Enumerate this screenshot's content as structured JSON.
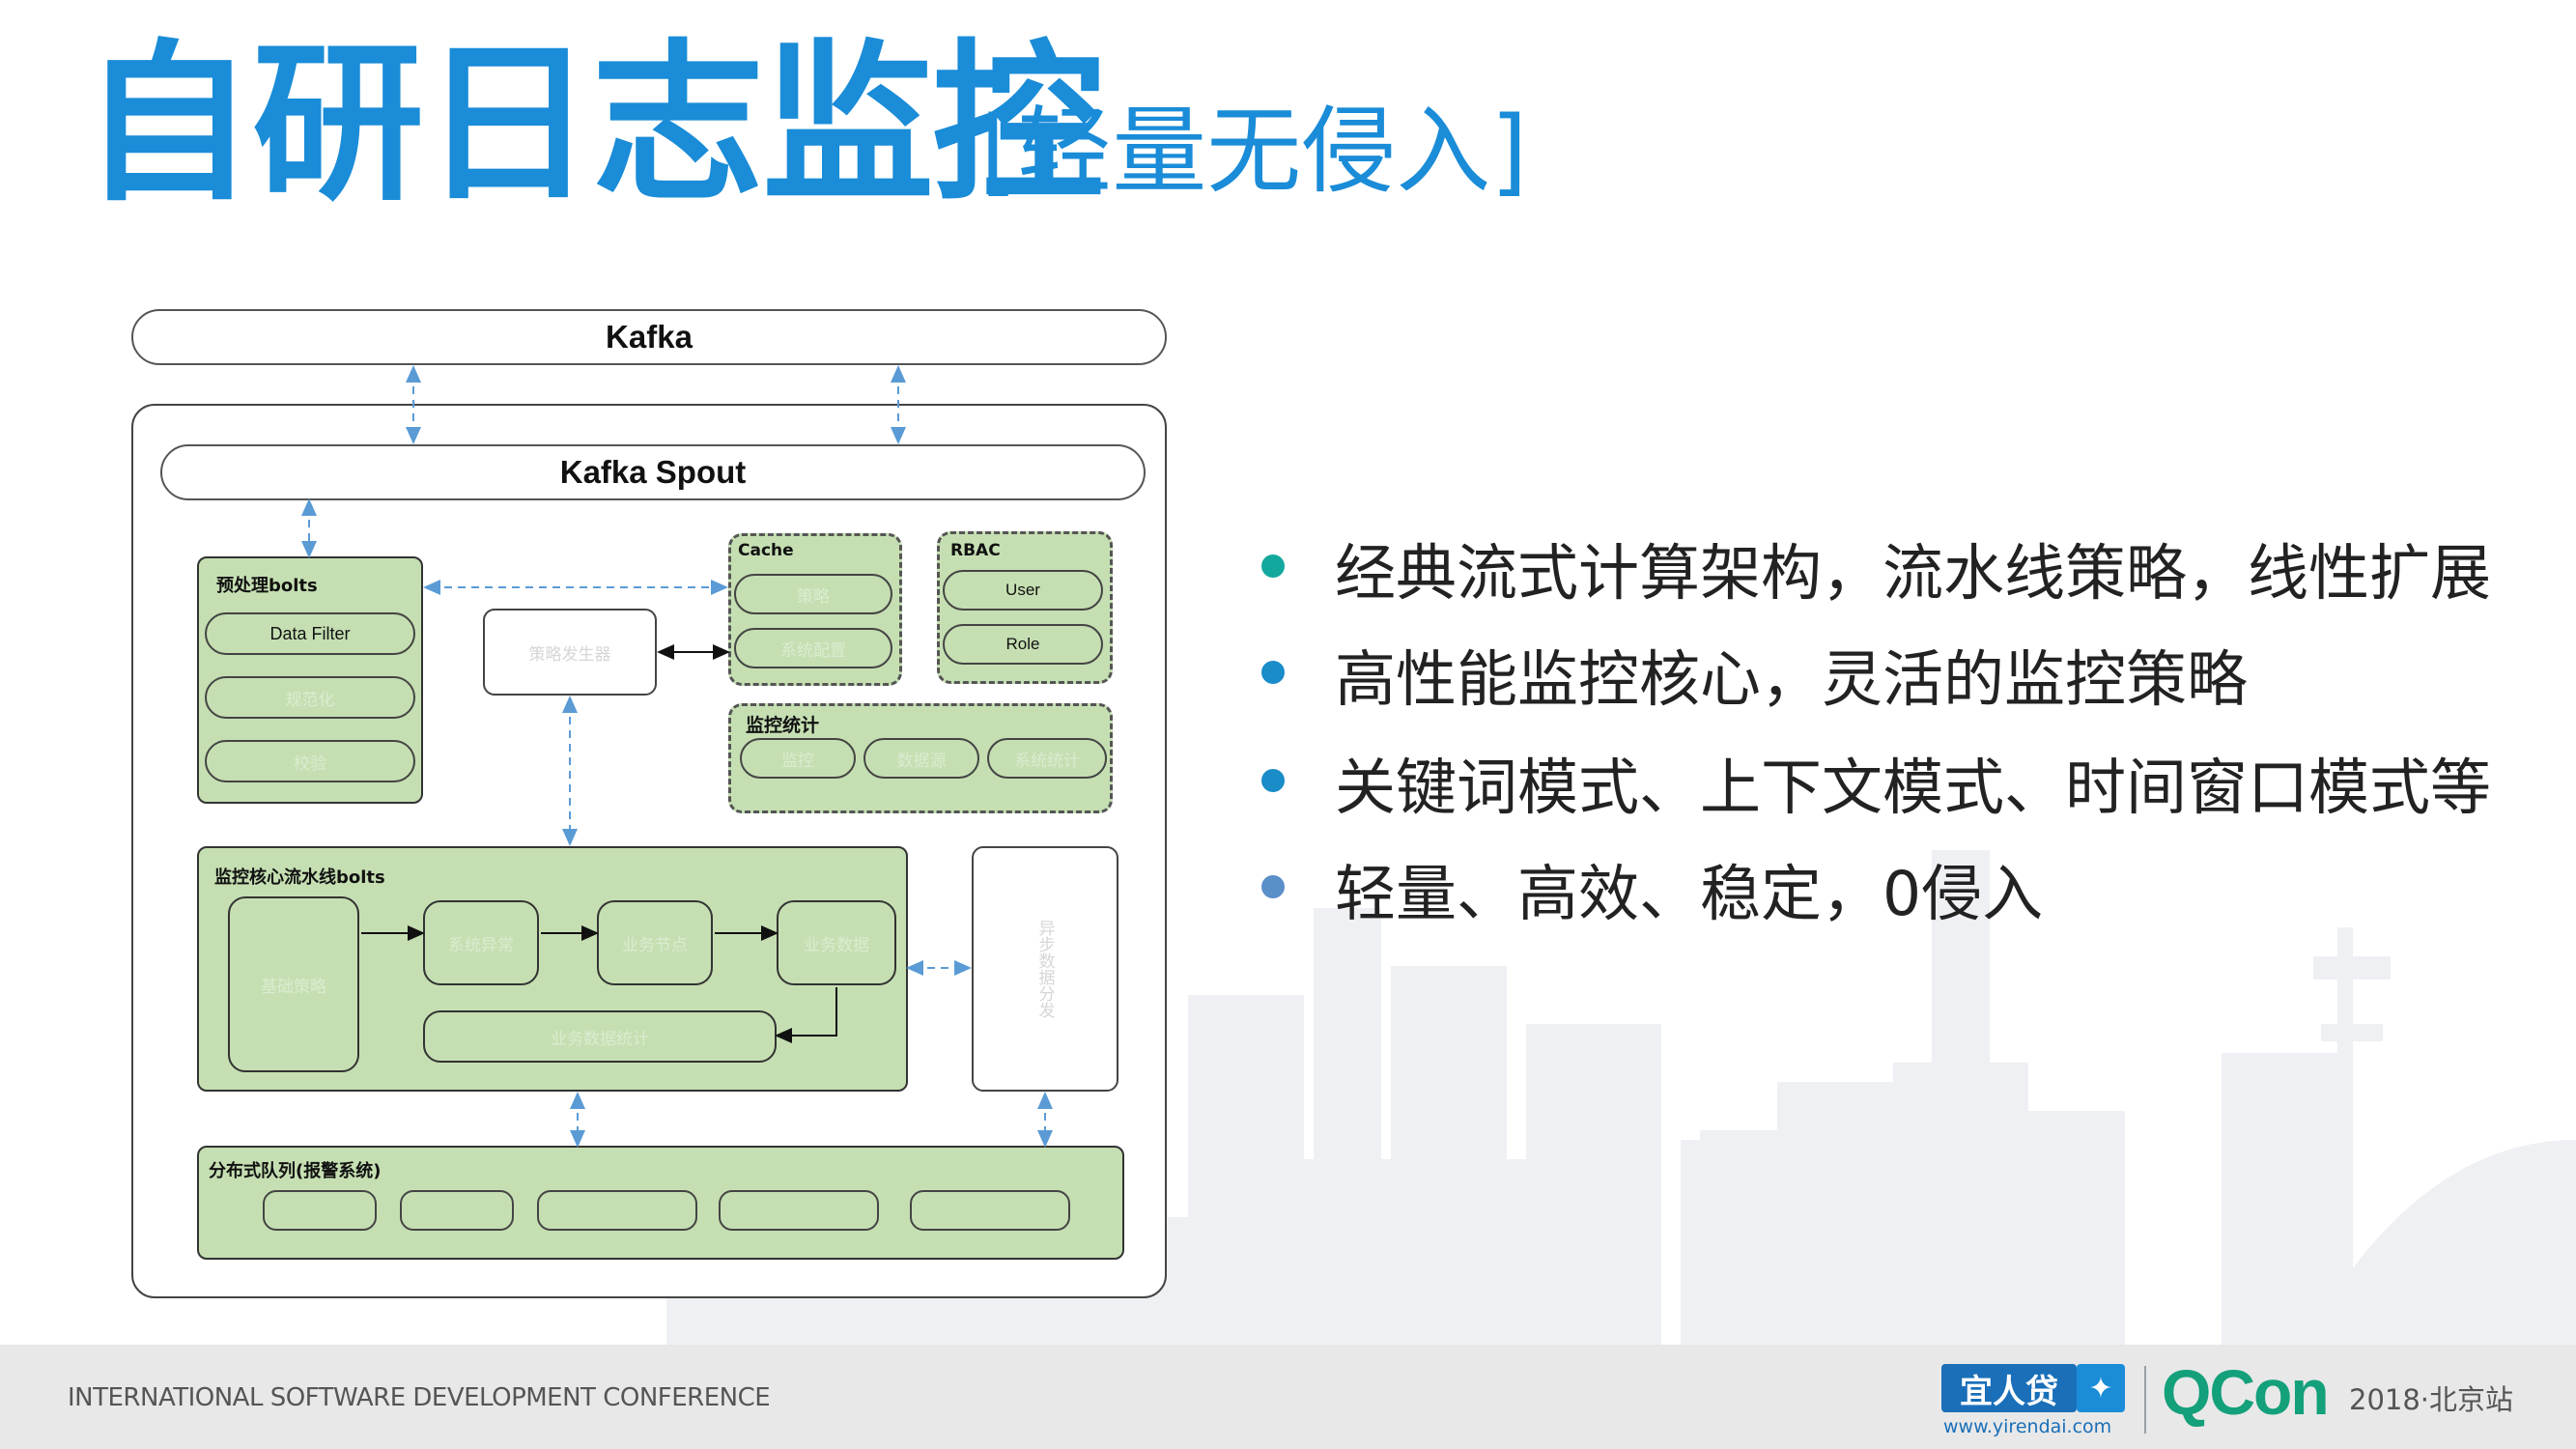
{
  "title": {
    "main": "自研日志监控",
    "sub": "[轻量无侵入]"
  },
  "diagram": {
    "kafka": "Kafka",
    "kafka_spout": "Kafka Spout",
    "preprocess": {
      "label": "预处理bolts",
      "items": [
        "Data Filter",
        "规范化",
        "校验"
      ]
    },
    "cache": {
      "label": "Cache",
      "items": [
        "策略",
        "系统配置"
      ]
    },
    "rbac": {
      "label": "RBAC",
      "items": [
        "User",
        "Role"
      ]
    },
    "dispatcher": "策略发生器",
    "monitor_stats": {
      "label": "监控统计",
      "items": [
        "监控",
        "数据源",
        "系统统计"
      ]
    },
    "core": {
      "label": "监控核心流水线bolts",
      "base": "基础策略",
      "steps": [
        "系统异常",
        "业务节点",
        "业务数据"
      ],
      "stats": "业务数据统计"
    },
    "async": "异步数据分发",
    "queue": {
      "label": "分布式队列(报警系统)"
    }
  },
  "bullets": [
    {
      "text": "经典流式计算架构，流水线策略，线性扩展",
      "color": "#13a89e"
    },
    {
      "text": "高性能监控核心，灵活的监控策略",
      "color": "#1a8cc8"
    },
    {
      "text": "关键词模式、上下文模式、时间窗口模式等",
      "color": "#1a8cc8"
    },
    {
      "text": "轻量、高效、稳定，0侵入",
      "color": "#5b8fc8"
    }
  ],
  "footer": {
    "conference": "INTERNATIONAL SOFTWARE DEVELOPMENT CONFERENCE",
    "sponsor_logo": "宜人贷",
    "sponsor_url": "www.yirendai.com",
    "qcon_logo": "QCon",
    "edition": "2018·北京站"
  },
  "colors": {
    "title": "#1a8cd8",
    "box_green": "#c5dfb2",
    "arrow": "#5b9bd5"
  }
}
